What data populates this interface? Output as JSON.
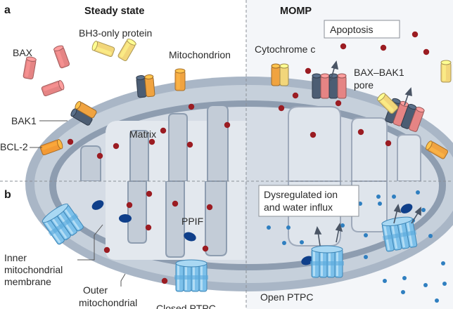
{
  "panels": {
    "a": {
      "letter": "a",
      "title_left": "Steady state",
      "title_right": "MOMP"
    },
    "b": {
      "letter": "b"
    }
  },
  "labels": {
    "bh3": "BH3-only protein",
    "bax": "BAX",
    "mitochondrion": "Mitochondrion",
    "cytochrome_c": "Cytochrome c",
    "apoptosis": "Apoptosis",
    "pore_line1": "BAX–BAK1",
    "pore_line2": "pore",
    "bak1": "BAK1",
    "bcl2": "BCL-2",
    "matrix": "Matrix",
    "ppif": "PPIF",
    "dysreg_line1": "Dysregulated ion",
    "dysreg_line2": "and water influx",
    "inner_line1": "Inner",
    "inner_line2": "mitochondrial",
    "inner_line3": "membrane",
    "outer_line1": "Outer",
    "outer_line2": "mitochondrial",
    "closed_ptpc": "Closed PTPC",
    "open_ptpc": "Open PTPC"
  },
  "colors": {
    "outer_membrane": "#a9b6c6",
    "intermembrane": "#c4ced9",
    "matrix_fill": "#d6dde5",
    "crista": "#e4e9ef",
    "dot_red": "#9b1c22",
    "ion_blue": "#2f7fc0",
    "ppif_blue": "#0f3f8a",
    "bax_pink": "#e58484",
    "bh3_yellow": "#f2d67a",
    "bak1_orange": "#f0a340",
    "bak1_slate": "#4c5d73",
    "bcl2_orange": "#f39a35",
    "ptpc_blue": "#7cc0ea"
  }
}
